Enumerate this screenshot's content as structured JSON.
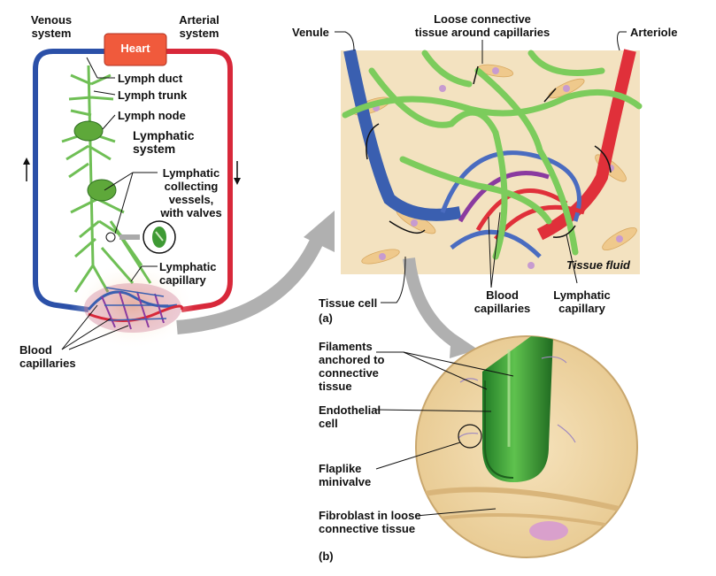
{
  "labels": {
    "venous": "Venous\nsystem",
    "arterial": "Arterial\nsystem",
    "heart": "Heart",
    "lymph_duct": "Lymph duct",
    "lymph_trunk": "Lymph trunk",
    "lymph_node": "Lymph node",
    "lymphatic_system": "Lymphatic\nsystem",
    "collecting_vessels": "Lymphatic\ncollecting\nvessels,\nwith valves",
    "lymphatic_capillary_left": "Lymphatic\ncapillary",
    "blood_capillaries_left": "Blood\ncapillaries",
    "venule": "Venule",
    "loose_tissue": "Loose connective\ntissue around capillaries",
    "arteriole": "Arteriole",
    "tissue_fluid": "Tissue fluid",
    "tissue_cell": "Tissue cell",
    "blood_capillaries_right": "Blood\ncapillaries",
    "lymphatic_capillary_right": "Lymphatic\ncapillary",
    "panel_a": "(a)",
    "filaments": "Filaments\nanchored to\nconnective\ntissue",
    "endothelial": "Endothelial\ncell",
    "flaplike": "Flaplike\nminivalve",
    "fibroblast": "Fibroblast in loose\nconnective tissue",
    "panel_b": "(b)"
  },
  "colors": {
    "vein": "#3a5fb0",
    "artery": "#e0303a",
    "lymph": "#6fbf55",
    "lymph_dark": "#2e8a2a",
    "heart": "#f05a3c",
    "tissue": "#f3e2c0",
    "purple": "#7a3fa0"
  }
}
